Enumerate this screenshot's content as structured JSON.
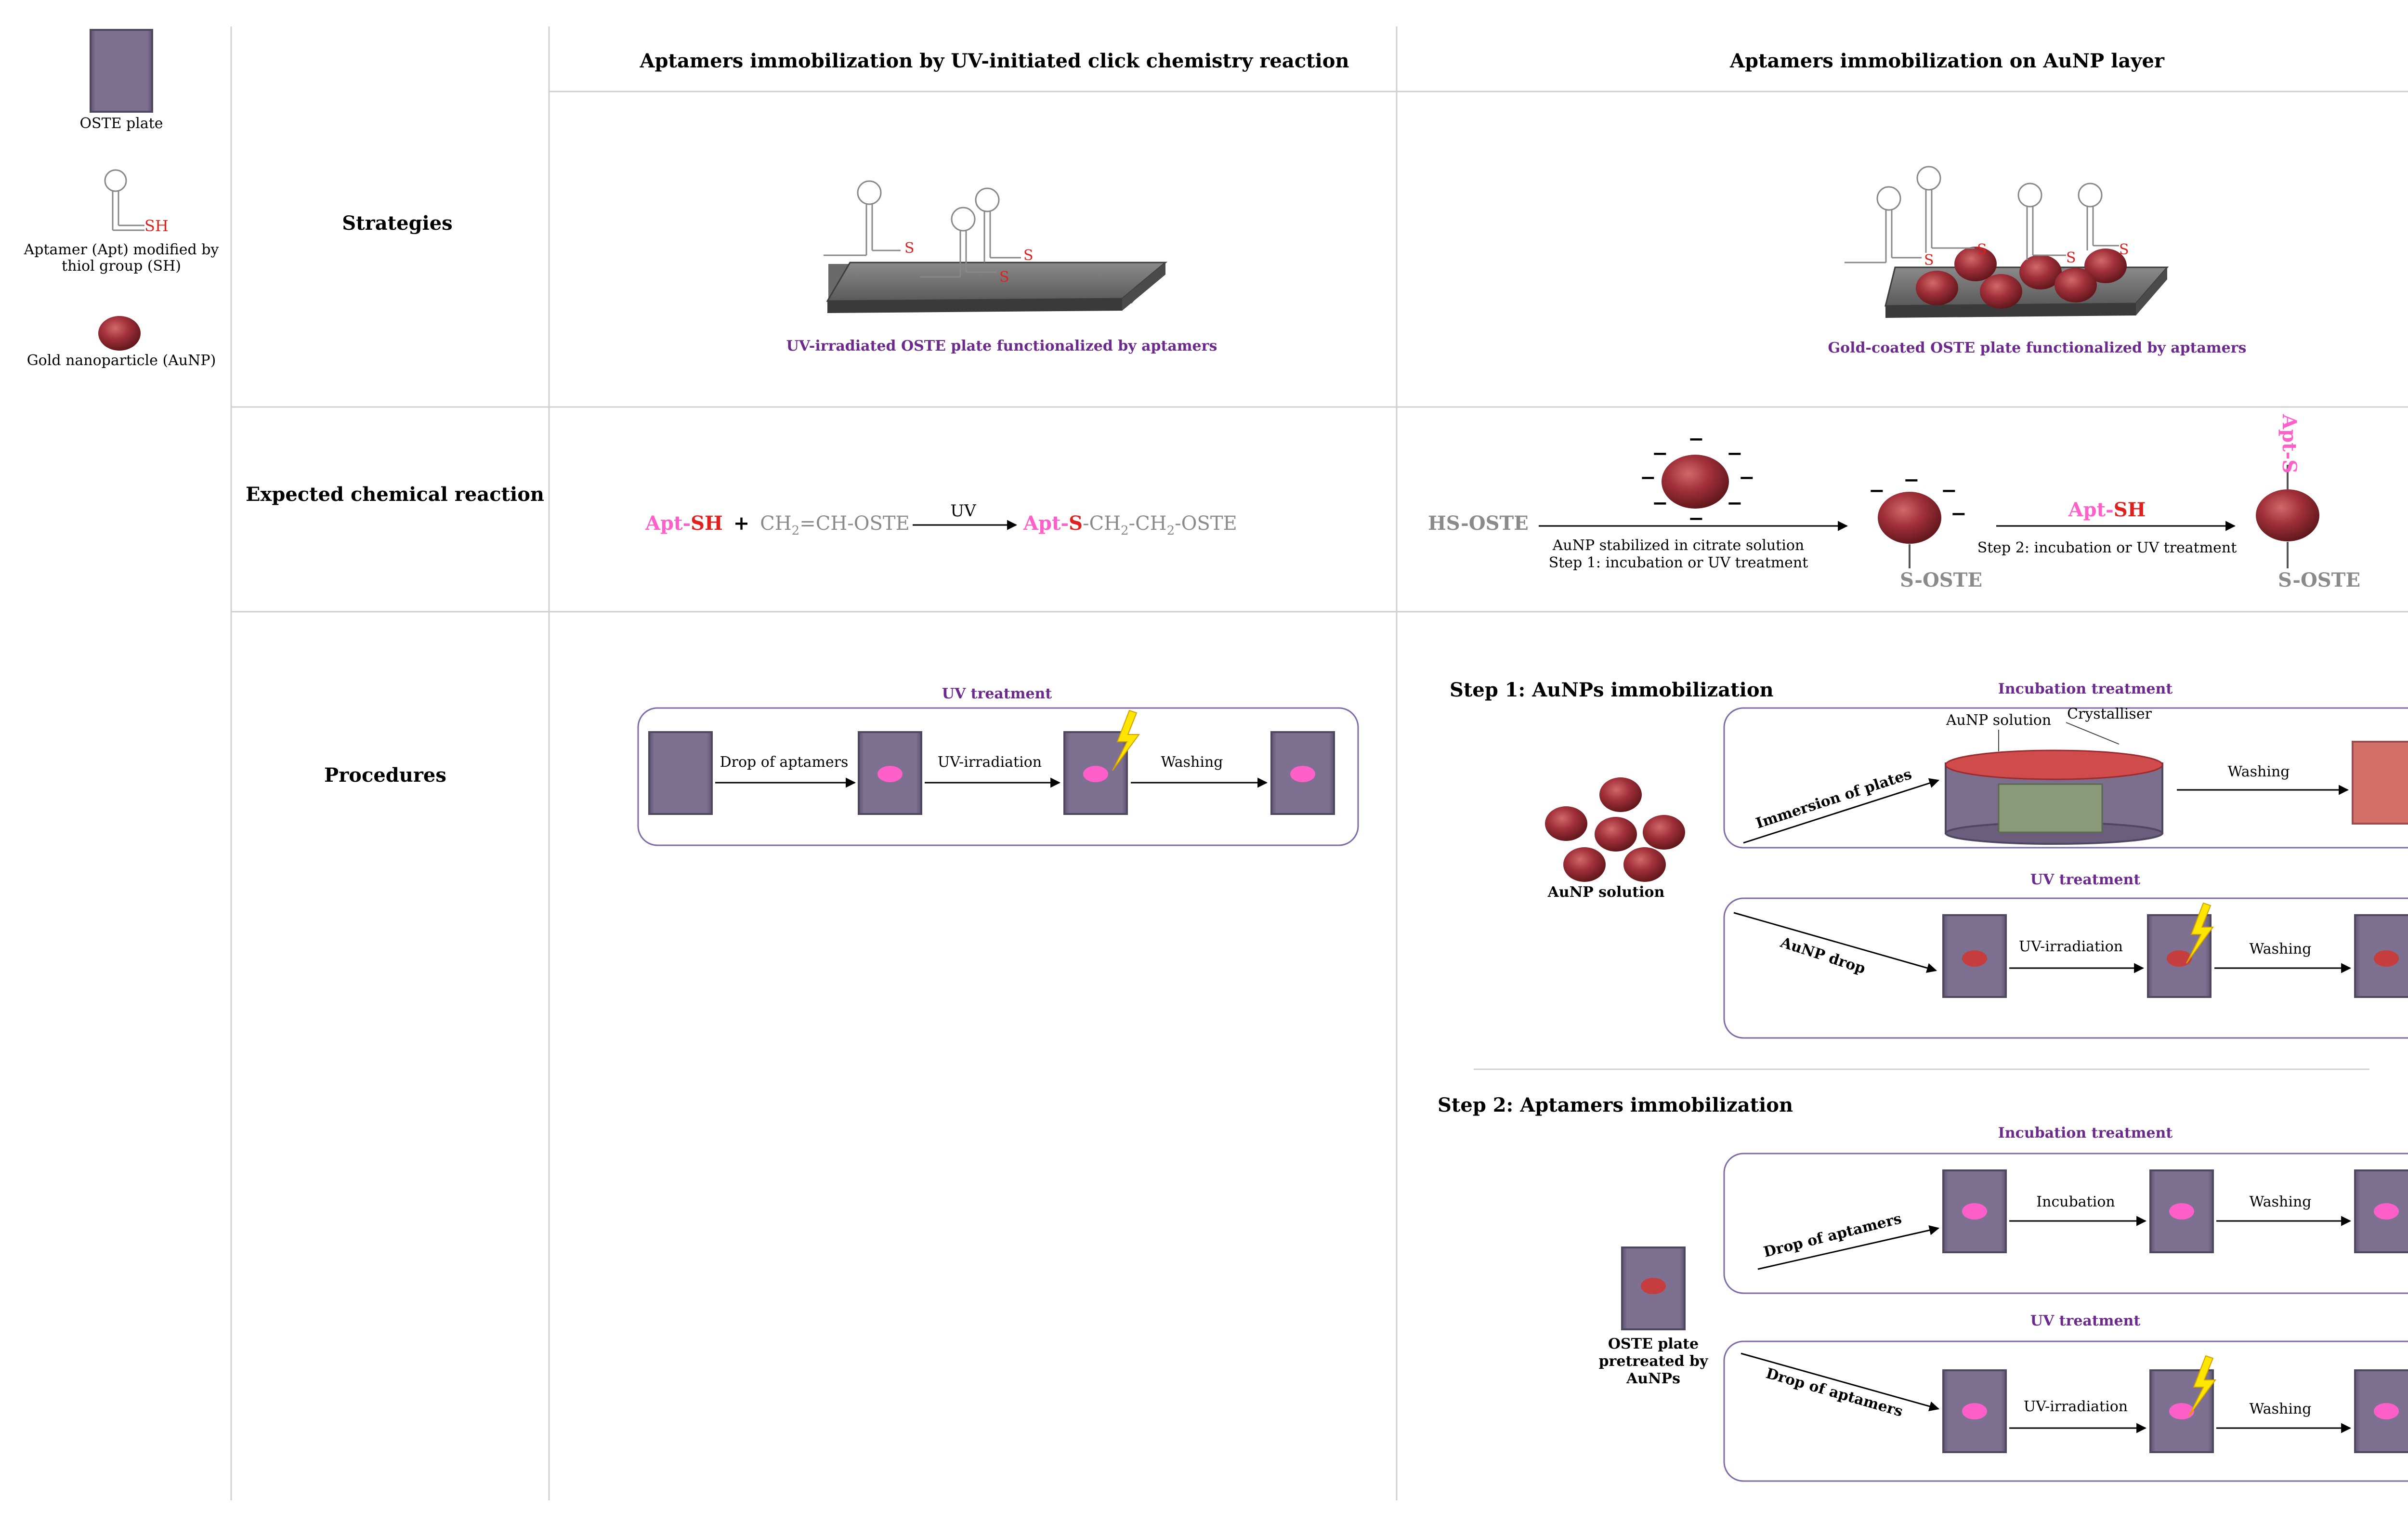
{
  "colors": {
    "plate": "#7c6f8d",
    "plate_edge": "#4f4660",
    "pink": "#ff5fc8",
    "red": "#e0201c",
    "purple": "#6b2a8c",
    "gray": "#8a8a8a",
    "gold_np": "#9e2b2f",
    "lightning": "#ffe600",
    "grid": "#d8d8d8"
  },
  "legend": {
    "plate_label": "OSTE plate",
    "apt_sh": "SH",
    "aptamer_label_1": "Aptamer (Apt) modified by",
    "aptamer_label_2": "thiol group (SH)",
    "aunp_label": "Gold nanoparticle (AuNP)"
  },
  "headers": {
    "col1": "Aptamers immobilization by UV-initiated click chemistry reaction",
    "col2": "Aptamers immobilization on AuNP layer"
  },
  "rows": {
    "strategies": "Strategies",
    "reaction": "Expected chemical reaction",
    "procedures": "Procedures"
  },
  "strategies": {
    "s_letter": "S",
    "caption_uv": "UV-irradiated OSTE plate functionalized by aptamers",
    "caption_gold": "Gold-coated OSTE plate functionalized by aptamers"
  },
  "reaction_uv": {
    "apt": "Apt",
    "dash": "-",
    "sh": "SH",
    "plus": "+",
    "ch2": "CH",
    "sub2": "2",
    "ene": "=CH-OSTE",
    "uv": "UV",
    "s": "S",
    "ch2_dash": "-CH",
    "tail": "-OSTE"
  },
  "reaction_au": {
    "hs_oste": "HS-OSTE",
    "citrate": "AuNP stabilized in citrate solution",
    "step1": "Step 1: incubation or UV treatment",
    "s_oste": "S-OSTE",
    "apt": "Apt",
    "dash": "-",
    "sh": "SH",
    "step2": "Step 2: incubation or UV treatment",
    "apt_s": "Apt-S",
    "minus": "−"
  },
  "procedures": {
    "uv_treatment": "UV treatment",
    "drop_aptamers": "Drop of aptamers",
    "uv_irradiation": "UV-irradiation",
    "washing": "Washing",
    "step1_title": "Step 1: AuNPs immobilization",
    "incubation_treatment": "Incubation treatment",
    "aunp_solution": "AuNP solution",
    "crystalliser": "Crystalliser",
    "immersion": "Immersion of plates",
    "aunp_drop": "AuNP drop",
    "aunp_solution_caption": "AuNP solution",
    "step2_title": "Step 2: Aptamers immobilization",
    "incubation": "Incubation",
    "pretreated_1": "OSTE plate",
    "pretreated_2": "pretreated by",
    "pretreated_3": "AuNPs"
  }
}
